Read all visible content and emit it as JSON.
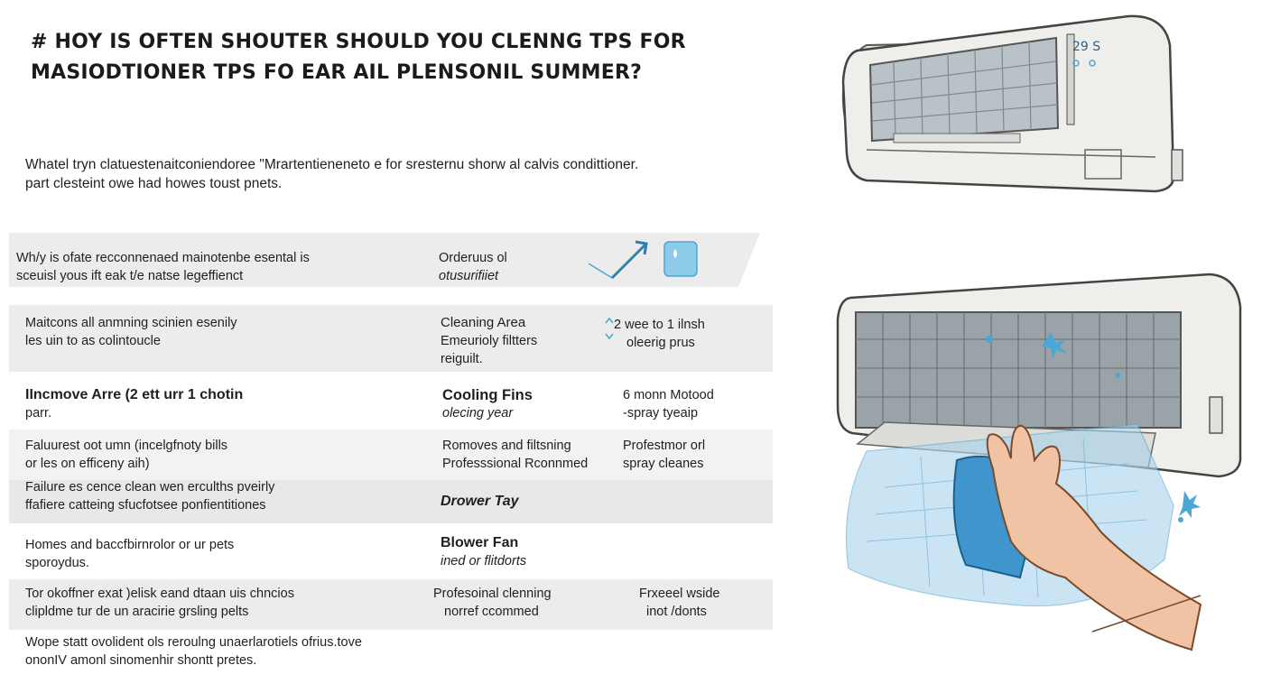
{
  "title": {
    "line1": "# HOY IS OFTEN SHOUTER SHOULD YOU CLENNG TPS FOR",
    "line2": "MASIODTIONER TPS FO EAR AIL PLENSONIL SUMMER?"
  },
  "intro": {
    "line1": "Whatel tryn clatuestenaitconiendoree \"Mrartentieneneto e for sresternu shorw al calvis condittioner.",
    "line2": "part clesteint owe had howes toust pnets."
  },
  "rows": [
    {
      "col1": [
        "Wh/y is ofate recconnenaed mainotenbe esental is",
        "sceuisl yous ift eak t/e natse legeffienct"
      ],
      "col2": [
        "Orderuus ol",
        "otusurifiiet"
      ],
      "col3": []
    },
    {
      "col1": [
        "Maitcons all anmning scinien esenily",
        "les uin to as colintoucle"
      ],
      "col2": [
        "Cleaning Area",
        "Emeurioly filtters",
        "reiguilt."
      ],
      "col3": [
        "2 wee to 1 ilnsh",
        "oleerig prus"
      ]
    },
    {
      "col1": [
        "IIncmove Arre (2 ett urr 1 chotin",
        "parr."
      ],
      "col2": [
        "Cooling Fins",
        "olecing year"
      ],
      "col3": [
        "6 monn Motood",
        "-spray tyeaip"
      ]
    },
    {
      "col1": [
        "Faluurest oot umn (incelgfnoty bills",
        "or les on efficeny aih)"
      ],
      "col2": [
        "Romoves and filtsning",
        "Professsional Rconnmed"
      ],
      "col3": [
        "Profestmor orl",
        "spray cleanes"
      ]
    },
    {
      "col1": [
        "Failure  es cence clean wen erculths pveirly",
        "ffafiere catteing sfucfotsee ponfientitiones"
      ],
      "col2": [
        "Drower Tay"
      ],
      "col3": []
    },
    {
      "col1": [
        "Homes  and baccfbirnrolor or ur pets",
        "sporoydus."
      ],
      "col2": [
        "Blower Fan",
        "ined or flitdorts"
      ],
      "col3": []
    },
    {
      "col1": [
        "Tor okoffner exat )elisk eand dtaan uis chncios",
        "clipldme tur de un aracirie grsling pelts"
      ],
      "col2": [
        "Profesoinal clenning",
        "norref ccommed"
      ],
      "col3": [
        "Frxeeel wside",
        "inot /donts"
      ]
    }
  ],
  "footer": {
    "line1": "Wope statt ovolident ols reroulng unaerlarotiels ofrius.tove",
    "line2": "ononIV amonl sinomenhir shontt pretes."
  },
  "device_display": "29 S",
  "colors": {
    "band": "#ececec",
    "accent": "#4aa7d6",
    "unit_body": "#eeeeea",
    "unit_outline": "#555555"
  }
}
